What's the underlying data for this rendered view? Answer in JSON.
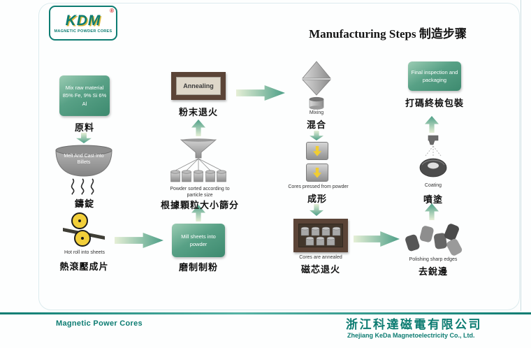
{
  "header": {
    "title": "Manufacturing Steps 制造步骤"
  },
  "logo": {
    "brand": "KDM",
    "reg": "®",
    "subtitle": "MAGNETIC POWDER CORES"
  },
  "steps": {
    "raw": {
      "caption": "Mix raw material 85% Fe, 9% Si 6% Al",
      "label": "原料"
    },
    "cast": {
      "caption": "Melt And Cast Into Billets",
      "label": "鑄錠"
    },
    "hotroll": {
      "caption": "Hot roll into sheets",
      "label": "熱滾壓成片"
    },
    "mill": {
      "caption": "Mill sheets into powder",
      "label": "磨制制粉"
    },
    "sort": {
      "caption": "Powder sorted according to particle size",
      "label": "根據顆粒大小篩分"
    },
    "powder_anneal": {
      "caption": "Annealing",
      "label": "粉末退火"
    },
    "mixing": {
      "caption": "Mixing",
      "label": "混合"
    },
    "press": {
      "caption": "Cores pressed from powder",
      "label": "成形"
    },
    "core_anneal": {
      "caption": "Cores are annealed",
      "label": "磁芯退火"
    },
    "deburr": {
      "caption": "Polishing sharp edges",
      "label": "去銳邊"
    },
    "coating": {
      "caption": "Coating",
      "label": "噴塗"
    },
    "final": {
      "caption": "Final inspection and packaging",
      "label": "打碼終檢包裝"
    }
  },
  "footer": {
    "tagline": "Magnetic Power Cores",
    "company_cn": "浙江科達磁電有限公司",
    "company_en": "Zhejiang KeDa Magnetoelectricity Co., Ltd."
  },
  "colors": {
    "accent_teal": "#0d7c72",
    "arrow_teal": "#4d9f87",
    "box_green": "#3d8a6f",
    "furnace_brown": "#5b4437",
    "roller_yellow": "#f2cf3a"
  }
}
